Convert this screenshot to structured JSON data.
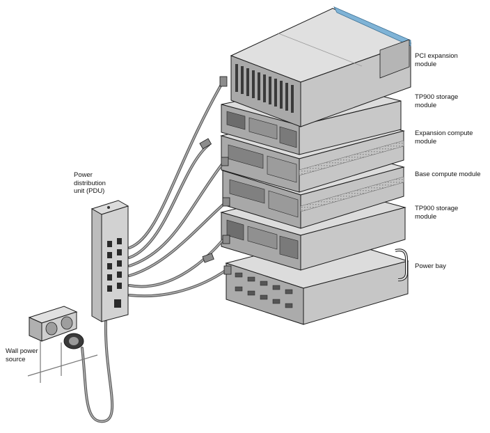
{
  "labels": {
    "pci": [
      "PCI expansion",
      "module"
    ],
    "tp900_top": [
      "TP900 storage",
      "module"
    ],
    "expansion": [
      "Expansion compute",
      "module"
    ],
    "base": [
      "Base compute module"
    ],
    "tp900_bottom": [
      "TP900 storage",
      "module"
    ],
    "power_bay": [
      "Power bay"
    ],
    "pdu": [
      "Power",
      "distribution",
      "unit (PDU)"
    ],
    "wall": [
      "Wall power",
      "source"
    ]
  },
  "colors": {
    "panel_top": "#dedede",
    "panel_side": "#c8c8c8",
    "panel_front": "#a9a9a9",
    "outline": "#1a1a1a",
    "cable": "#6a6a6a",
    "cable_highlight": "#b5b5b5",
    "accent_blue": "#7fb3d6"
  }
}
